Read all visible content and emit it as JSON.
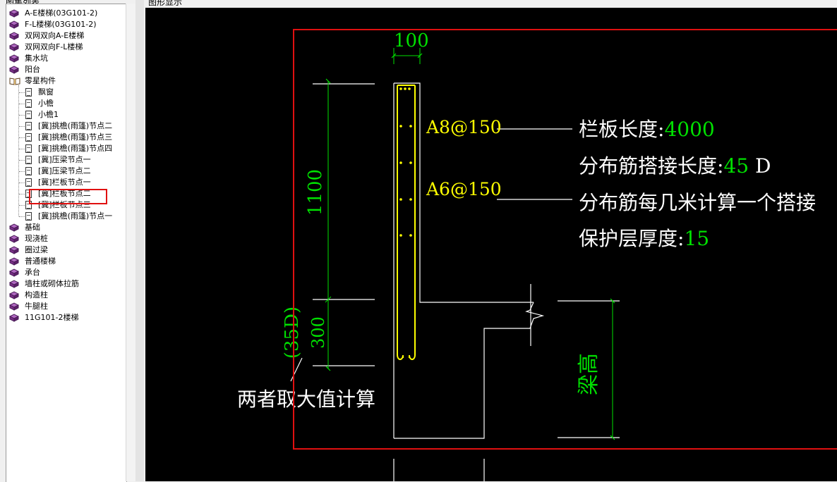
{
  "left_panel": {
    "title": "图集列表",
    "items": [
      {
        "label": "A-E楼梯(03G101-2)",
        "level": 0,
        "icon": "book-icon"
      },
      {
        "label": "F-L楼梯(03G101-2)",
        "level": 0,
        "icon": "book-icon"
      },
      {
        "label": "双网双向A-E楼梯",
        "level": 0,
        "icon": "book-icon"
      },
      {
        "label": "双网双向F-L楼梯",
        "level": 0,
        "icon": "book-icon"
      },
      {
        "label": "集水坑",
        "level": 0,
        "icon": "book-icon"
      },
      {
        "label": "阳台",
        "level": 0,
        "icon": "book-icon"
      },
      {
        "label": "零星构件",
        "level": 0,
        "icon": "open-book-icon",
        "expanded": true
      },
      {
        "label": "飘窗",
        "level": 1,
        "icon": "page-icon"
      },
      {
        "label": "小檐",
        "level": 1,
        "icon": "page-icon"
      },
      {
        "label": "小檐1",
        "level": 1,
        "icon": "page-icon"
      },
      {
        "label": "[冀]挑檐(雨篷)节点二",
        "level": 1,
        "icon": "page-icon"
      },
      {
        "label": "[冀]挑檐(雨篷)节点三",
        "level": 1,
        "icon": "page-icon"
      },
      {
        "label": "[冀]挑檐(雨篷)节点四",
        "level": 1,
        "icon": "page-icon"
      },
      {
        "label": "[冀]压梁节点一",
        "level": 1,
        "icon": "page-icon"
      },
      {
        "label": "[冀]压梁节点二",
        "level": 1,
        "icon": "page-icon"
      },
      {
        "label": "[冀]栏板节点一",
        "level": 1,
        "icon": "page-icon"
      },
      {
        "label": "[冀]栏板节点二",
        "level": 1,
        "icon": "page-icon",
        "selected": true
      },
      {
        "label": "[冀]栏板节点三",
        "level": 1,
        "icon": "page-icon"
      },
      {
        "label": "[冀]挑檐(雨篷)节点一",
        "level": 1,
        "icon": "page-icon"
      },
      {
        "label": "基础",
        "level": 0,
        "icon": "book-icon"
      },
      {
        "label": "现浇桩",
        "level": 0,
        "icon": "book-icon"
      },
      {
        "label": "圈过梁",
        "level": 0,
        "icon": "book-icon"
      },
      {
        "label": "普通楼梯",
        "level": 0,
        "icon": "book-icon"
      },
      {
        "label": "承台",
        "level": 0,
        "icon": "book-icon"
      },
      {
        "label": "墙柱或砌体拉筋",
        "level": 0,
        "icon": "book-icon"
      },
      {
        "label": "构造柱",
        "level": 0,
        "icon": "book-icon"
      },
      {
        "label": "牛腿柱",
        "level": 0,
        "icon": "book-icon"
      },
      {
        "label": "11G101-2楼梯",
        "level": 0,
        "icon": "book-icon"
      }
    ]
  },
  "right_panel": {
    "title": "图形显示"
  },
  "drawing": {
    "dim_width": "100",
    "dim_height_upper": "1100",
    "dim_height_lower": "300",
    "dim_alt": "(35D)",
    "rebar_1": "A8@150",
    "rebar_2": "A6@150",
    "note": "两者取大值计算",
    "beam_height_label": "梁高",
    "params": [
      {
        "label": "栏板长度:",
        "value": "4000",
        "suffix": ""
      },
      {
        "label": "分布筋搭接长度:",
        "value": "45",
        "suffix": " D"
      },
      {
        "label": "分布筋每几米计算一个搭接",
        "value": "",
        "suffix": ""
      },
      {
        "label": "保护层厚度:",
        "value": "15",
        "suffix": ""
      }
    ]
  },
  "colors": {
    "canvas_bg": "#000000",
    "line_white": "#ffffff",
    "dim_green": "#00e000",
    "rebar_yellow": "#ffff00",
    "selection_red": "#e01010"
  }
}
